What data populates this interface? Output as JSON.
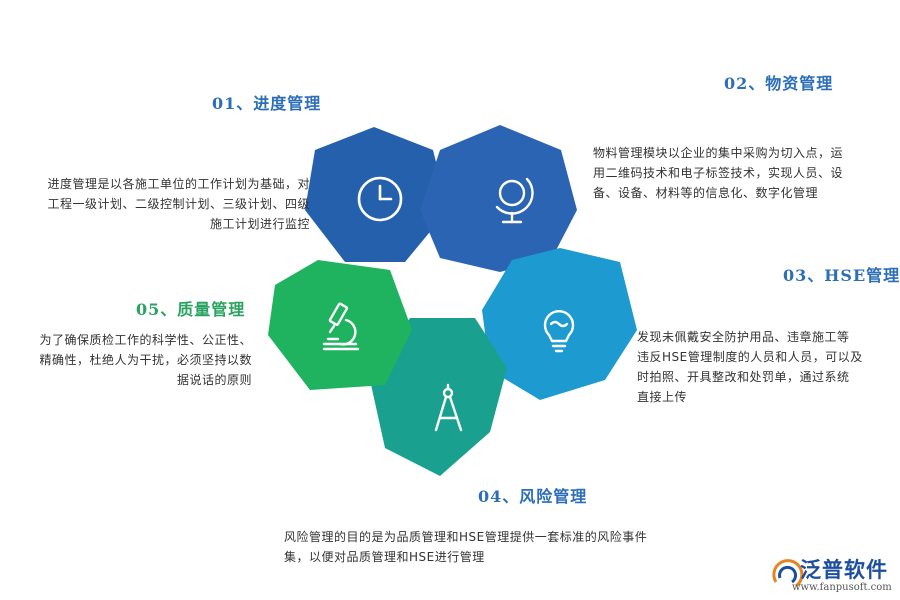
{
  "colors": {
    "progress": "#2560ad",
    "material": "#2a64b2",
    "hse": "#1d9ad0",
    "risk": "#1aa08f",
    "quality": "#1fb35f",
    "title_blue": "#2c6fb8",
    "title_green": "#2aa361"
  },
  "modules": {
    "progress": {
      "title": "01、进度管理",
      "icon": "clock-icon",
      "desc": [
        "进度管理是以各施工单位的工作计划为基础，对",
        "工程一级计划、二级控制计划、三级计划、四级",
        "施工计划进行监控"
      ]
    },
    "material": {
      "title": "02、物资管理",
      "icon": "globe-icon",
      "desc": [
        "物料管理模块以企业的集中采购为切入点，运",
        "用二维码技术和电子标签技术，实现人员、设",
        "备、设备、材料等的信息化、数字化管理"
      ]
    },
    "hse": {
      "title": "03、HSE管理",
      "icon": "lightbulb-icon",
      "desc": [
        "发现未佩戴安全防护用品、违章施工等",
        "违反HSE管理制度的人员和人员，可以及",
        "时拍照、开具整改和处罚单，通过系统",
        "直接上传"
      ]
    },
    "risk": {
      "title": "04、风险管理",
      "icon": "compass-icon",
      "desc": [
        "风险管理的目的是为品质管理和HSE管理提供一套标准的风险事件",
        "集，以便对品质管理和HSE进行管理"
      ]
    },
    "quality": {
      "title": "05、质量管理",
      "icon": "microscope-icon",
      "desc": [
        "为了确保质检工作的科学性、公正性、",
        "精确性，杜绝人为干扰，必须坚持以数",
        "据说话的原则"
      ]
    }
  },
  "logo": {
    "brand": "泛普软件",
    "url": "www.fanpusoft.com"
  }
}
